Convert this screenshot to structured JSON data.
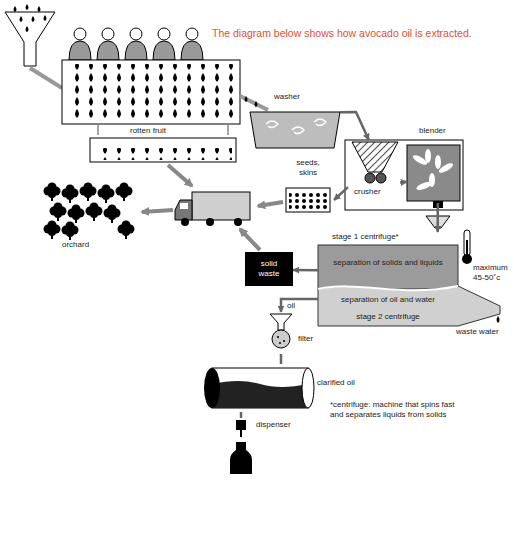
{
  "diagram": {
    "title": "The diagram below shows how avocado oil is extracted.",
    "nodes": [
      {
        "text": [
          "rotten fruit"
        ]
      },
      {
        "text": [
          "washer"
        ]
      },
      {
        "text": [
          "blender"
        ]
      },
      {
        "text": [
          "crusher"
        ]
      },
      {
        "text": [
          "seeds, skins"
        ]
      },
      {
        "text": [
          "orchard"
        ]
      },
      {
        "text": [
          "solid waste"
        ]
      },
      {
        "text": [
          "stage 1 centrifuge*",
          "separation of solids and liquids"
        ]
      },
      {
        "text": [
          "separation of oil and water",
          "stage 2 centrifuge"
        ]
      },
      {
        "text": [
          "filter"
        ]
      },
      {
        "text": [
          "clarified oil"
        ]
      },
      {
        "text": [
          "dispenser"
        ]
      }
    ],
    "edges": [
      {
        "from": 1,
        "to": 3,
        "arrow": "to"
      },
      {
        "from": 3,
        "to": 2,
        "arrow": "to"
      },
      {
        "from": 3,
        "to": 4,
        "arrow": "to"
      },
      {
        "from": 2,
        "to": 7,
        "arrow": "to"
      },
      {
        "from": 7,
        "to": 6,
        "arrow": "to"
      },
      {
        "from": 8,
        "to": 9,
        "label": "oil",
        "arrow": "to"
      },
      {
        "from": 9,
        "to": 10,
        "arrow": "none"
      },
      {
        "from": 10,
        "to": 11,
        "arrow": "none"
      }
    ],
    "labels": [
      "maximum 45-50˚c",
      "waste water",
      "*centrifuge: machine that spins fast and separates liquids from solids"
    ]
  }
}
